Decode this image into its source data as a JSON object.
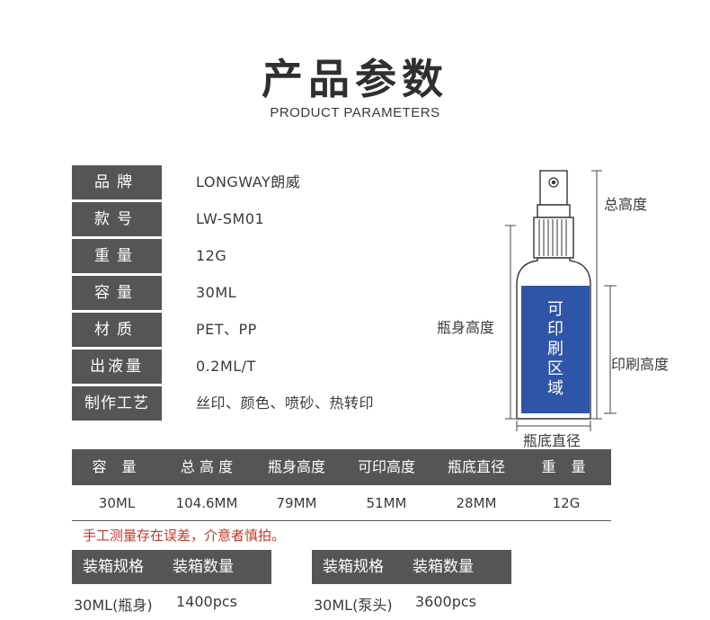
{
  "header": {
    "title_cn": "产品参数",
    "title_en": "PRODUCT PARAMETERS"
  },
  "specs": [
    {
      "label": "品牌",
      "value": "LONGWAY朗威"
    },
    {
      "label": "款号",
      "value": "LW-SM01"
    },
    {
      "label": "重量",
      "value": "12G"
    },
    {
      "label": "容量",
      "value": "30ML"
    },
    {
      "label": "材质",
      "value": "PET、PP"
    },
    {
      "label": "出液量",
      "value": "0.2ML/T"
    },
    {
      "label": "制作工艺",
      "value": "丝印、颜色、喷砂、热转印"
    }
  ],
  "diagram": {
    "total_height_label": "总高度",
    "body_height_label": "瓶身高度",
    "print_height_label": "印刷高度",
    "base_diameter_label": "瓶底直径",
    "print_area_text": [
      "可",
      "印",
      "刷",
      "区",
      "域"
    ],
    "print_area_color": "#2e55a7"
  },
  "dimensions_table": {
    "headers": [
      "容 量",
      "总 高 度",
      "瓶身高度",
      "可印高度",
      "瓶底直径",
      "重 量"
    ],
    "values": [
      "30ML",
      "104.6MM",
      "79MM",
      "51MM",
      "28MM",
      "12G"
    ]
  },
  "note": "手工测量存在误差，介意者慎拍。",
  "packing": [
    {
      "spec_label": "装箱规格",
      "qty_label": "装箱数量",
      "spec_value": "30ML(瓶身)",
      "qty_value": "1400pcs"
    },
    {
      "spec_label": "装箱规格",
      "qty_label": "装箱数量",
      "spec_value": "30ML(泵头)",
      "qty_value": "3600pcs"
    }
  ],
  "colors": {
    "label_bg": "#555555",
    "note_text": "#c0392b"
  }
}
